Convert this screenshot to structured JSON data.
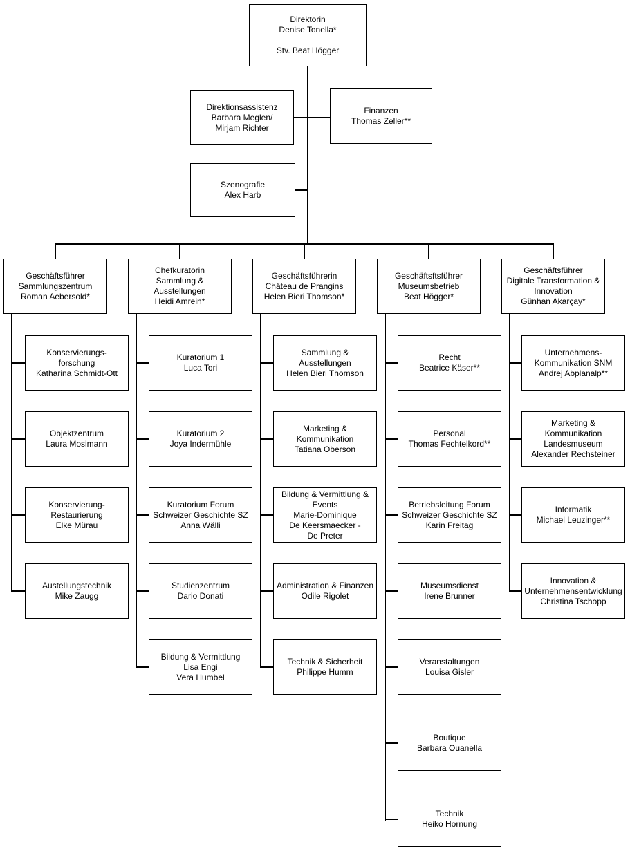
{
  "root": {
    "text": "Direktorin\nDenise Tonella*\n\nStv. Beat Högger"
  },
  "staff": {
    "direktionsassistenz": {
      "text": "Direktionsassistenz\nBarbara Meglen/\nMirjam Richter"
    },
    "finanzen": {
      "text": "Finanzen\nThomas Zeller**"
    },
    "szenografie": {
      "text": "Szenografie\nAlex Harb"
    }
  },
  "columns": [
    {
      "head": "Geschäftsführer\nSammlungszentrum\nRoman Aebersold*",
      "children": [
        "Konservierungs-\nforschung\nKatharina Schmidt-Ott",
        "Objektzentrum\nLaura Mosimann",
        "Konservierung-\nRestaurierung\nElke Mürau",
        "Austellungstechnik\nMike Zaugg"
      ]
    },
    {
      "head": "Chefkuratorin\nSammlung & Ausstellungen\nHeidi Amrein*",
      "children": [
        "Kuratorium 1\nLuca Tori",
        "Kuratorium 2\nJoya Indermühle",
        "Kuratorium Forum\nSchweizer Geschichte SZ\nAnna Wälli",
        "Studienzentrum\nDario Donati",
        "Bildung & Vermittlung\nLisa Engi\nVera Humbel"
      ]
    },
    {
      "head": "Geschäftsführerin\nChâteau de Prangins\nHelen Bieri Thomson*",
      "children": [
        "Sammlung & Ausstellungen\nHelen Bieri Thomson",
        "Marketing &\nKommunikation\nTatiana Oberson",
        "Bildung & Vermittlung &\nEvents\nMarie-Dominique\nDe Keersmaecker -\nDe Preter",
        "Administration & Finanzen\nOdile Rigolet",
        "Technik & Sicherheit\nPhilippe Humm"
      ]
    },
    {
      "head": "Geschäftsftsführer\nMuseumsbetrieb\nBeat Högger*",
      "children": [
        "Recht\nBeatrice Käser**",
        "Personal\nThomas Fechtelkord**",
        "Betriebsleitung Forum\nSchweizer Geschichte SZ\nKarin Freitag",
        "Museumsdienst\nIrene Brunner",
        "Veranstaltungen\nLouisa Gisler",
        "Boutique\nBarbara Ouanella",
        "Technik\nHeiko Hornung"
      ]
    },
    {
      "head": "Geschäftsführer\nDigitale Transformation &\nInnovation\nGünhan Akarçay*",
      "children": [
        "Unternehmens-\nKommunikation SNM\nAndrej Abplanalp**",
        "Marketing &\nKommunikation\nLandesmuseum\nAlexander Rechsteiner",
        "Informatik\nMichael Leuzinger**",
        "Innovation &\nUnternehmensentwicklung\nChristina Tschopp"
      ]
    }
  ]
}
